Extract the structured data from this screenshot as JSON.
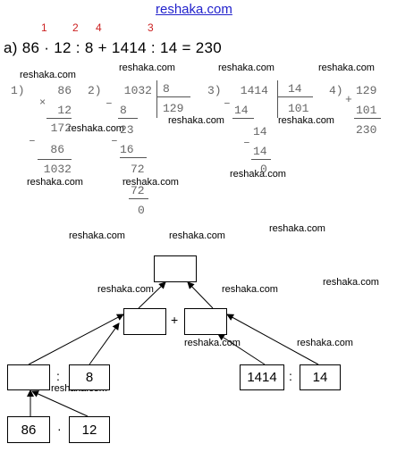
{
  "header": {
    "site": "reshaka.com"
  },
  "order_numbers": [
    "1",
    "2",
    "4",
    "3"
  ],
  "expression": {
    "prefix": "а)",
    "text": "86 · 12 : 8 + 1414 : 14 = 230"
  },
  "watermark": "reshaka.com",
  "steps": {
    "s1": {
      "label": "1)",
      "op": "×",
      "minus": "–",
      "a": "86",
      "b": "12",
      "p1": "172",
      "p2": "86",
      "result": "1032"
    },
    "s2": {
      "label": "2)",
      "minus": "–",
      "dividend": "1032",
      "divisor": "8",
      "quotient": "129",
      "r1": "8",
      "r2": "23",
      "r3": "16",
      "r4": "72",
      "r5": "72",
      "rem": "0"
    },
    "s3": {
      "label": "3)",
      "minus": "–",
      "dividend": "1414",
      "divisor": "14",
      "quotient": "101",
      "r1": "14",
      "r2": "14",
      "r3": "14",
      "rem": "0"
    },
    "s4": {
      "label": "4)",
      "op": "+",
      "a": "129",
      "b": "101",
      "result": "230"
    }
  },
  "tree": {
    "plus": "+",
    "colon": ":",
    "dot": "·",
    "divisor_left": "8",
    "dividend_right": "1414",
    "divisor_right": "14",
    "factor_a": "86",
    "factor_b": "12"
  }
}
